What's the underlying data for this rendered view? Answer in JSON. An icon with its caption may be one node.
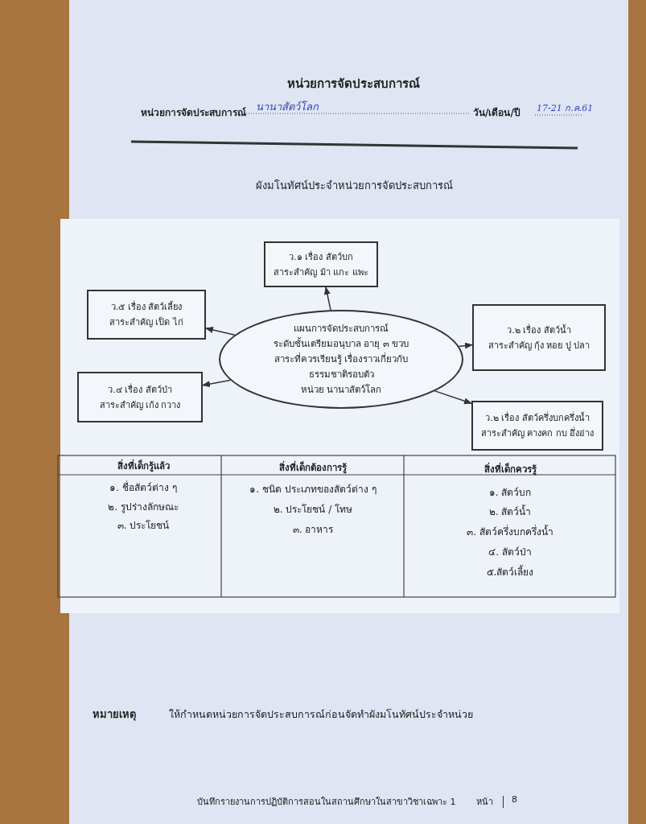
{
  "diagram": {
    "title": "หน่วยการจัดประสบการณ์",
    "nodes": [
      {
        "text": [
          "ว.๑ เรื่อง  สัตว์บก",
          "สาระสำคัญ ม้า แกะ แพะ"
        ]
      },
      {
        "text": [
          "ว.๕ เรื่อง สัตว์เลี้ยง",
          "สาระสำคัญ เป็ด ไก่"
        ]
      },
      {
        "text": [
          "ว.๒ เรื่อง สัตว์น้ำ",
          "สาระสำคัญ  กุ้ง หอย ปู ปลา"
        ]
      },
      {
        "text": [
          "แผนการจัดประสบการณ์",
          "ระดับชั้นเตรียมอนุบาล อายุ ๓ ขวบ",
          "สาระที่ควรเรียนรู้ เรื่องราวเกี่ยวกับ",
          "ธรรมชาติรอบตัว",
          "หน่วย นานาสัตว์โลก"
        ]
      },
      {
        "text": [
          "ว.๔ เรื่อง สัตว์ป่า",
          "สาระสำคัญ เก้ง กวาง"
        ]
      },
      {
        "text": [
          "ว.๒ เรื่อง สัตว์ครึ่งบกครึ่งน้ำ",
          "สาระสำคัญ  คางคก กบ อึ่งอ่าง"
        ]
      }
    ],
    "edges": [
      {
        "from": 3,
        "to": 0,
        "arrow": "to"
      },
      {
        "from": 3,
        "to": 1,
        "arrow": "to"
      },
      {
        "from": 3,
        "to": 2,
        "arrow": "to"
      },
      {
        "from": 3,
        "to": 4,
        "arrow": "to"
      },
      {
        "from": 3,
        "to": 5,
        "arrow": "to"
      }
    ],
    "labels": [
      "หน่วยการจัดประสบการณ์",
      "นานาสัตว์โลก",
      "วัน/เดือน/ปี",
      "17-21 ก.ค.61",
      "ผังมโนทัศน์ประจำหน่วยการจัดประสบการณ์",
      "สิ่งที่เด็กรู้แล้ว",
      "สิ่งที่เด็กต้องการรู้",
      "สิ่งที่เด็กควรรู้",
      "๑. ชื่อสัตว์ต่าง ๆ",
      "๒. รูปร่างลักษณะ",
      "๓. ประโยชน์",
      "๑. ชนิด ประเภทของสัตว์ต่าง ๆ",
      "๒. ประโยชน์ / โทษ",
      "๓. อาหาร",
      "๑. สัตว์บก",
      "๒. สัตว์น้ำ",
      "๓. สัตว์ครึ่งบกครึ่งน้ำ",
      "๔. สัตว์ป่า",
      "๕.สัตว์เลี้ยง",
      "หมายเหตุ",
      "ให้กำหนดหน่วยการจัดประสบการณ์ก่อนจัดทำผังมโนทัศน์ประจำหน่วย",
      "บันทึกรายงานการปฏิบัติการสอนในสถานศึกษาในสาขาวิชาเฉพาะ 1",
      "หน้า",
      "8"
    ]
  }
}
